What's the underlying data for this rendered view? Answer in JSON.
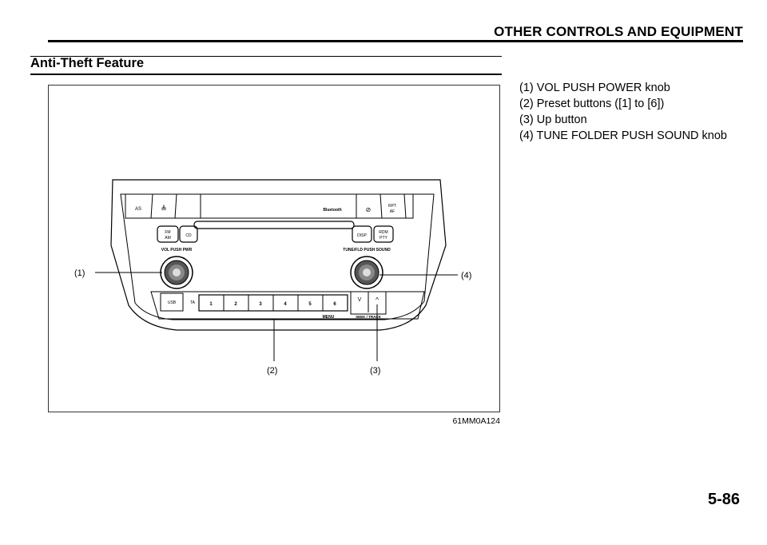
{
  "header": {
    "title": "OTHER CONTROLS AND EQUIPMENT"
  },
  "section": {
    "title": "Anti-Theft Feature"
  },
  "figure": {
    "code": "61MM0A124",
    "buttons": {
      "as": "AS",
      "eject": "≜",
      "bluetooth": "Bluetooth",
      "fm_am_top": "FM",
      "fm_am_bottom": "AM",
      "cd": "CD",
      "disp": "DISP",
      "rdm_top": "RDM",
      "rdm_bottom": "PTY",
      "rpt_top": "RPT",
      "rpt_bottom": "AF",
      "usb": "USB",
      "ta": "TA",
      "presets": [
        "1",
        "2",
        "3",
        "4",
        "5",
        "6"
      ],
      "menu": "MENU",
      "seek": "SEEK / TRACK",
      "down": "V",
      "up": "^",
      "mute_icon": "⊘"
    },
    "knob_labels": {
      "vol": "VOL PUSH PWR",
      "tune": "TUNE/FLD PUSH SOUND"
    },
    "callout_marks": [
      "(1)",
      "(2)",
      "(3)",
      "(4)"
    ]
  },
  "callouts": [
    "(1) VOL PUSH POWER knob",
    "(2) Preset buttons ([1] to [6])",
    "(3) Up button",
    "(4) TUNE FOLDER PUSH SOUND knob"
  ],
  "page_number": "5-86"
}
